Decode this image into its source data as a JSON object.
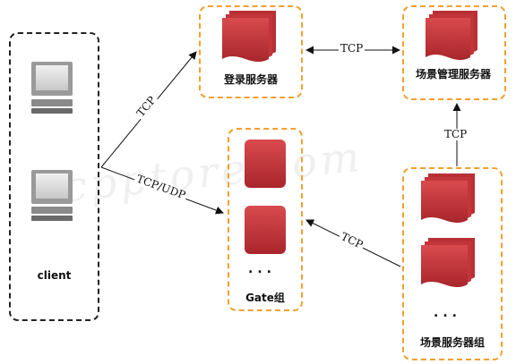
{
  "nodes": {
    "client": "client",
    "login_server": "登录服务器",
    "scene_manager": "场景管理服务器",
    "gate_group": "Gate组",
    "scene_server_group": "场景服务器组",
    "ellipsis": "..."
  },
  "edges": [
    {
      "from": "client",
      "to": "login_server",
      "label": "TCP"
    },
    {
      "from": "client",
      "to": "gate_group",
      "label": "TCP/UDP"
    },
    {
      "from": "login_server",
      "to": "scene_manager",
      "label": "TCP"
    },
    {
      "from": "scene_server_group",
      "to": "scene_manager",
      "label": "TCP"
    },
    {
      "from": "scene_server_group",
      "to": "gate_group",
      "label": "TCP"
    }
  ],
  "watermark": "cpptore.com",
  "colors": {
    "server_red": "#c8353a",
    "group_border": "#f0a030",
    "client_border": "#222222"
  }
}
